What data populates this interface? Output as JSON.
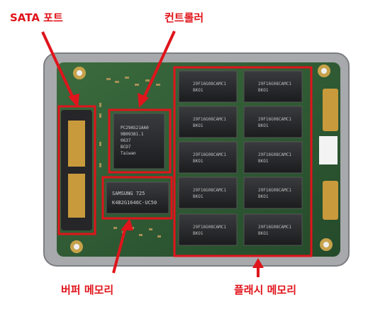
{
  "labels": {
    "sata_port": "SATA 포트",
    "controller": "컨트롤러",
    "buffer_memory": "버퍼 메모리",
    "flash_memory": "플래시 메모리"
  },
  "chips": {
    "controller_marking": [
      "PC29AS21AA0",
      "9B09381.1",
      "0637",
      "BCD7",
      "Taiwan"
    ],
    "buffer_marking": [
      "SAMSUNG   725",
      "K4B2G1646C-UC50"
    ],
    "flash_marking": [
      "29F16G08CAMC1",
      "BKO1"
    ]
  },
  "colors": {
    "highlight": "#e0141b",
    "board": "#2e5a33",
    "chip": "#232426"
  }
}
